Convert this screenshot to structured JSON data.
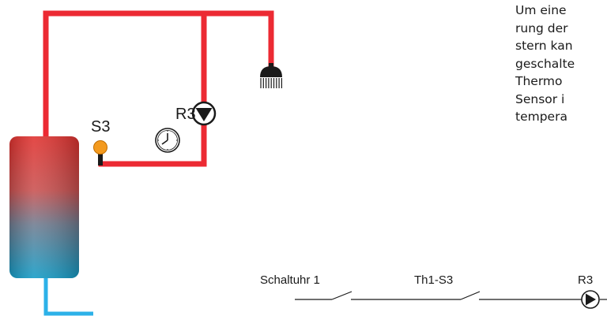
{
  "diagram": {
    "sensor_label": "S3",
    "pump_label": "R3",
    "circuit": {
      "switch1_label": "Schaltuhr 1",
      "switch2_label": "Th1-S3",
      "pump_label": "R3"
    },
    "side_text": [
      "Um eine",
      "rung der",
      "stern kan",
      "geschalte",
      "Thermo",
      "Sensor i",
      "tempera"
    ],
    "colors": {
      "pipe_red": "#ec2a33",
      "pipe_blue": "#2cb1e8",
      "tank_top": "#e0312e",
      "tank_bottom": "#1a9ac7",
      "sensor": "#f39a1e"
    },
    "icons": [
      "shower-icon",
      "clock-icon",
      "pump-icon",
      "sensor-icon"
    ]
  }
}
